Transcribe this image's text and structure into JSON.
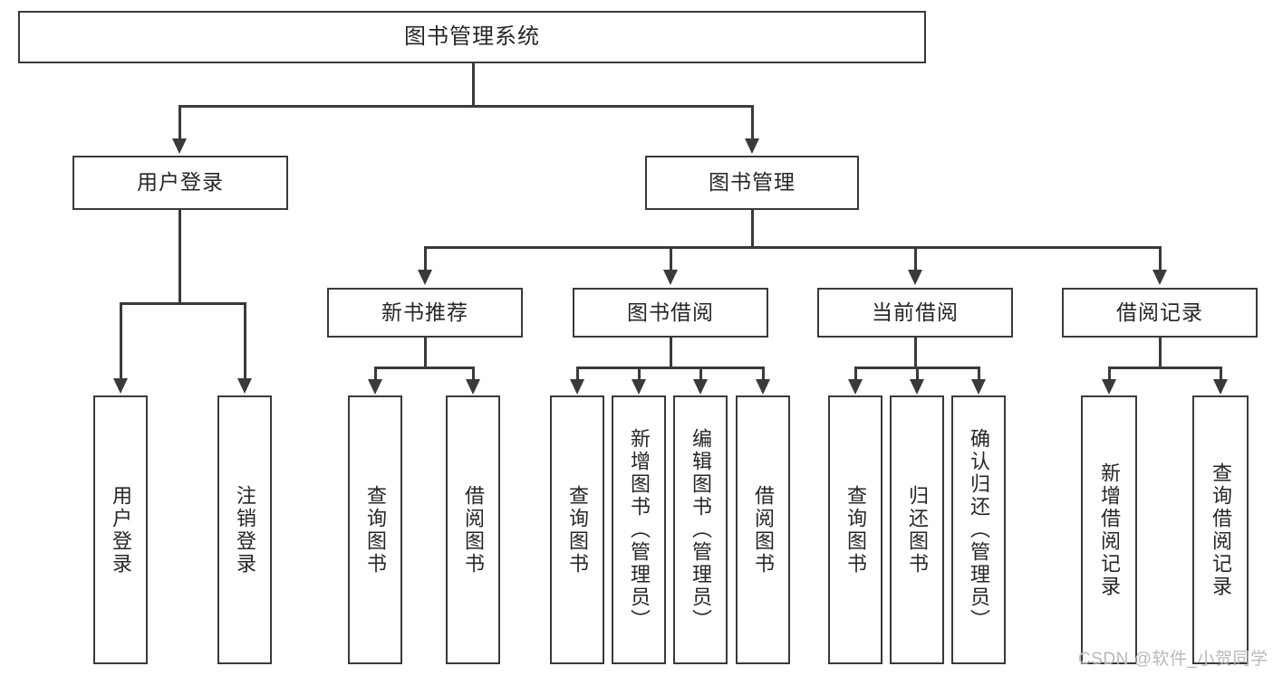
{
  "diagram": {
    "title": "图书管理系统",
    "type": "tree-hierarchy-chart",
    "root": {
      "label": "图书管理系统"
    },
    "level2": [
      {
        "label": "用户登录"
      },
      {
        "label": "图书管理"
      }
    ],
    "level3": [
      {
        "label": "新书推荐"
      },
      {
        "label": "图书借阅"
      },
      {
        "label": "当前借阅"
      },
      {
        "label": "借阅记录"
      }
    ],
    "leaves": {
      "user_login": [
        {
          "label": "用户登录"
        },
        {
          "label": "注销登录"
        }
      ],
      "new_book_recommend": [
        {
          "label": "查询图书"
        },
        {
          "label": "借阅图书"
        }
      ],
      "book_borrow": [
        {
          "label": "查询图书"
        },
        {
          "label": "新增图书（管理员）"
        },
        {
          "label": "编辑图书（管理员）"
        },
        {
          "label": "借阅图书"
        }
      ],
      "current_borrow": [
        {
          "label": "查询图书"
        },
        {
          "label": "归还图书"
        },
        {
          "label": "确认归还（管理员）"
        }
      ],
      "borrow_record": [
        {
          "label": "新增借阅记录"
        },
        {
          "label": "查询借阅记录"
        }
      ]
    }
  },
  "watermark": {
    "text": "CSDN @软件_小贺同学"
  },
  "colors": {
    "stroke": "#3a3a3a",
    "background": "#ffffff",
    "text": "#262626",
    "watermark": "#b9b9b9"
  }
}
